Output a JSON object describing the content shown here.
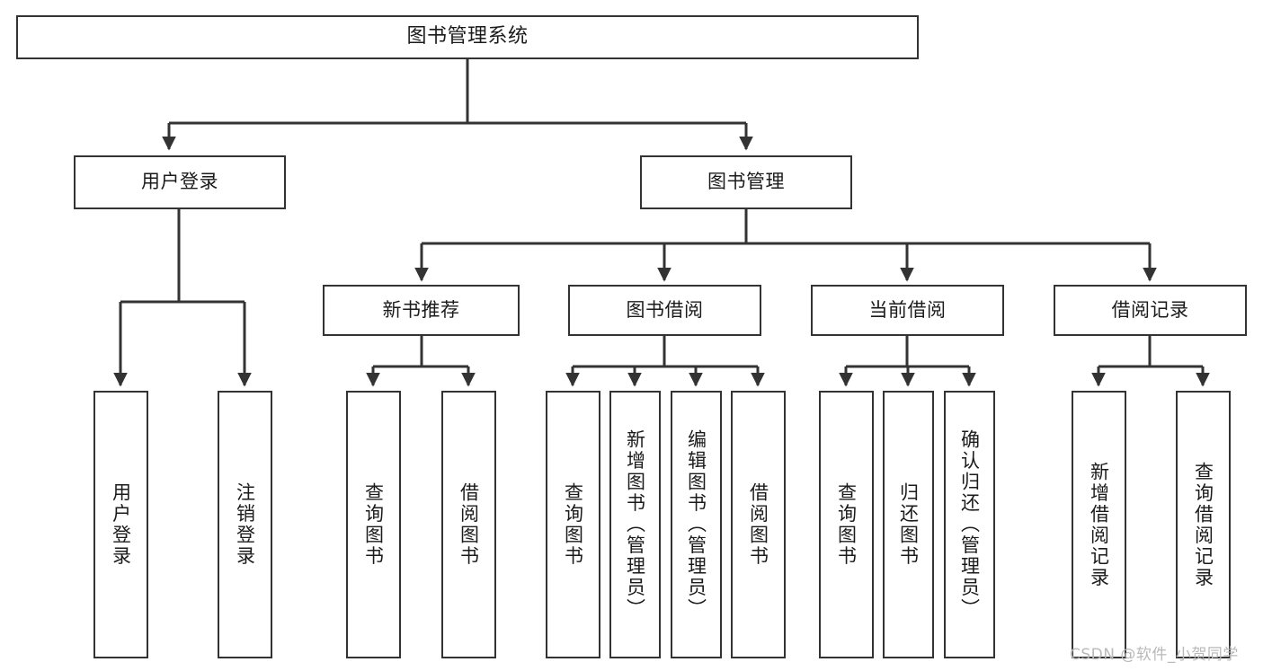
{
  "diagram": {
    "title": "图书管理系统",
    "type": "tree-hierarchy",
    "colors": {
      "box_border": "#333333",
      "box_fill": "#ffffff",
      "edge": "#333333",
      "text": "#1b1b1b",
      "watermark": "#b9b9b9",
      "background": "#ffffff"
    },
    "nodes": {
      "root": {
        "label": "图书管理系统"
      },
      "level2": [
        {
          "id": "user-login",
          "label": "用户登录"
        },
        {
          "id": "book-management",
          "label": "图书管理"
        }
      ],
      "level3": [
        {
          "id": "new-book-recommend",
          "label": "新书推荐"
        },
        {
          "id": "book-borrow",
          "label": "图书借阅"
        },
        {
          "id": "current-borrow",
          "label": "当前借阅"
        },
        {
          "id": "borrow-record",
          "label": "借阅记录"
        }
      ],
      "leaves": {
        "user-login": [
          {
            "id": "leaf-user-login",
            "label": "用户登录"
          },
          {
            "id": "leaf-user-logout",
            "label": "注销登录"
          }
        ],
        "new-book-recommend": [
          {
            "id": "leaf-query-book-1",
            "label": "查询图书"
          },
          {
            "id": "leaf-borrow-book-1",
            "label": "借阅图书"
          }
        ],
        "book-borrow": [
          {
            "id": "leaf-query-book-2",
            "label": "查询图书"
          },
          {
            "id": "leaf-add-book",
            "label": "新增图书（管理员）"
          },
          {
            "id": "leaf-edit-book",
            "label": "编辑图书（管理员）"
          },
          {
            "id": "leaf-borrow-book-2",
            "label": "借阅图书"
          }
        ],
        "current-borrow": [
          {
            "id": "leaf-query-book-3",
            "label": "查询图书"
          },
          {
            "id": "leaf-return-book",
            "label": "归还图书"
          },
          {
            "id": "leaf-confirm-return",
            "label": "确认归还（管理员）"
          }
        ],
        "borrow-record": [
          {
            "id": "leaf-add-record",
            "label": "新增借阅记录"
          },
          {
            "id": "leaf-query-record",
            "label": "查询借阅记录"
          }
        ]
      }
    },
    "watermark": "CSDN @软件_小贺同学"
  }
}
